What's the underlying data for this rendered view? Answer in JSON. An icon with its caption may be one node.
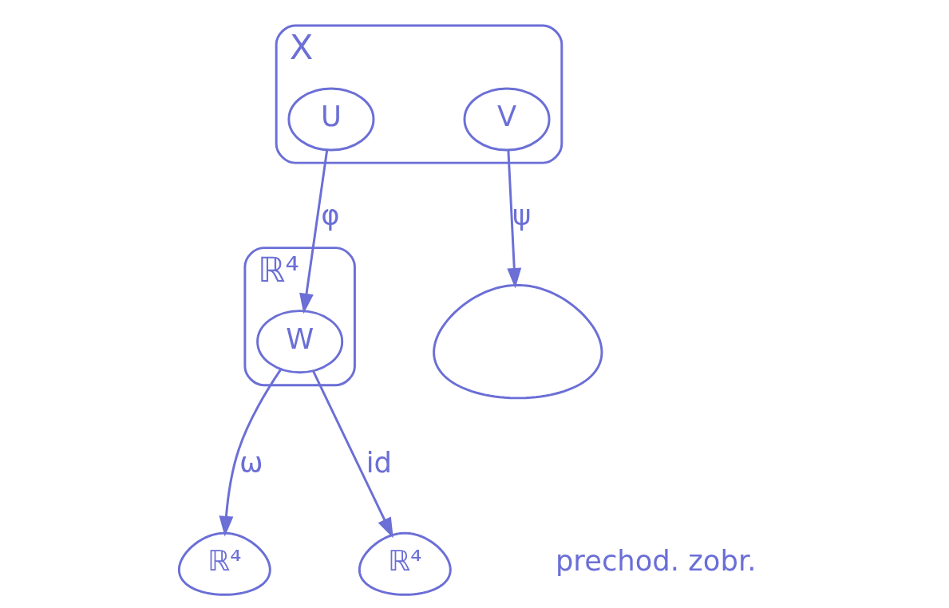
{
  "diagram": {
    "nodes": [
      {
        "text": [
          "X"
        ]
      },
      {
        "text": [
          "U"
        ],
        "in": 0
      },
      {
        "text": [
          "V"
        ],
        "in": 0
      },
      {
        "text": [],
        "shape": "cloud"
      },
      {
        "text": [
          "ℝ⁴"
        ]
      },
      {
        "text": [
          "W"
        ],
        "in": 4
      },
      {
        "text": [
          "ℝ⁴"
        ]
      },
      {
        "text": [
          "ℝ⁴"
        ],
        "beside": [
          "prechod. zobr."
        ]
      }
    ],
    "edges": [
      {
        "from": 1,
        "to": 5,
        "arrow": "to",
        "label": "φ"
      },
      {
        "from": 2,
        "to": 3,
        "arrow": "to",
        "label": "ψ"
      },
      {
        "from": 5,
        "to": 6,
        "arrow": "to",
        "label": "ω"
      },
      {
        "from": 5,
        "to": 7,
        "arrow": "to",
        "label": "id"
      }
    ]
  }
}
